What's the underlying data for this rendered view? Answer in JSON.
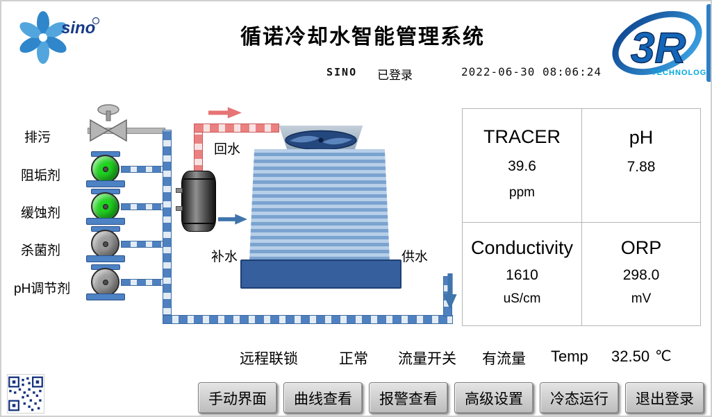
{
  "header": {
    "title": "循诺冷却水智能管理系统",
    "user": "SINO",
    "login_status": "已登录",
    "datetime": "2022-06-30 08:06:24"
  },
  "logos": {
    "sino_text": "sino",
    "r3_text": "3R",
    "r3_sub": "TECHNOLOGY"
  },
  "dosing": {
    "drain_label": "排污",
    "pumps": [
      {
        "label": "阻垢剂",
        "color": "#21d321"
      },
      {
        "label": "缓蚀剂",
        "color": "#21d321"
      },
      {
        "label": "杀菌剂",
        "color": "#9c9c9c"
      },
      {
        "label": "pH调节剂",
        "color": "#9c9c9c"
      }
    ]
  },
  "diagram": {
    "return_water_label": "回水",
    "makeup_water_label": "补水",
    "supply_water_label": "供水"
  },
  "readings": [
    {
      "name": "TRACER",
      "value": "39.6",
      "unit": "ppm"
    },
    {
      "name": "pH",
      "value": "7.88",
      "unit": ""
    },
    {
      "name": "Conductivity",
      "value": "1610",
      "unit": "uS/cm"
    },
    {
      "name": "ORP",
      "value": "298.0",
      "unit": "mV"
    }
  ],
  "status_bar": [
    {
      "label": "远程联锁",
      "value": "正常"
    },
    {
      "label": "流量开关",
      "value": "有流量"
    },
    {
      "label": "Temp",
      "value": "32.50",
      "unit": "℃"
    }
  ],
  "nav_buttons": [
    "手动界面",
    "曲线查看",
    "报警查看",
    "高级设置",
    "冷态运行",
    "退出登录"
  ]
}
